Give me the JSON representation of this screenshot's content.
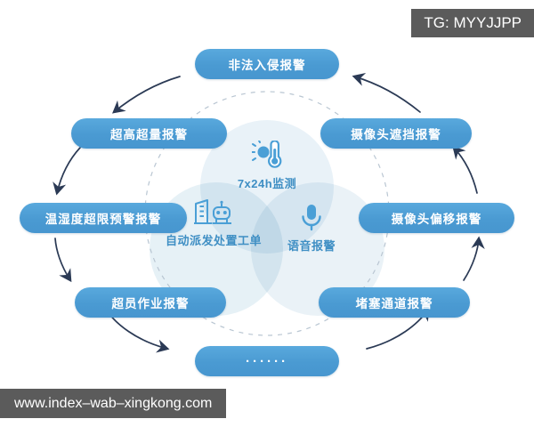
{
  "watermarks": {
    "top_right": "TG: MYYJJPP",
    "bottom_left": "www.index–wab–xingkong.com"
  },
  "colors": {
    "pill_fill": "#4a9ad2",
    "pill_text": "#ffffff",
    "center_text": "#3f8fc4",
    "blob_fill": "#e8f1f7",
    "arrow": "#2b3a55",
    "dashed_ring": "#b9c6d2",
    "background": "#ffffff",
    "watermark_bg": "#5b5b5b"
  },
  "center": {
    "items": [
      {
        "id": "monitor",
        "label": "7x24h监测",
        "icon": "thermometer-sun-icon"
      },
      {
        "id": "dispatch",
        "label": "自动派发处置工单",
        "icon": "building-robot-icon"
      },
      {
        "id": "voice",
        "label": "语音报警",
        "icon": "microphone-icon"
      }
    ]
  },
  "ring": {
    "items": [
      {
        "id": "illegal-intrusion",
        "label": "非法入侵报警",
        "position": "top"
      },
      {
        "id": "camera-blocked",
        "label": "摄像头遮挡报警",
        "position": "upper-right"
      },
      {
        "id": "camera-shifted",
        "label": "摄像头偏移报警",
        "position": "right"
      },
      {
        "id": "blocked-passage",
        "label": "堵塞通道报警",
        "position": "lower-right"
      },
      {
        "id": "more",
        "label": "······",
        "position": "bottom"
      },
      {
        "id": "overstaffed-work",
        "label": "超员作业报警",
        "position": "lower-left"
      },
      {
        "id": "temp-humidity",
        "label": "温湿度超限预警报警",
        "position": "left"
      },
      {
        "id": "over-height-volume",
        "label": "超高超量报警",
        "position": "upper-left"
      }
    ]
  }
}
